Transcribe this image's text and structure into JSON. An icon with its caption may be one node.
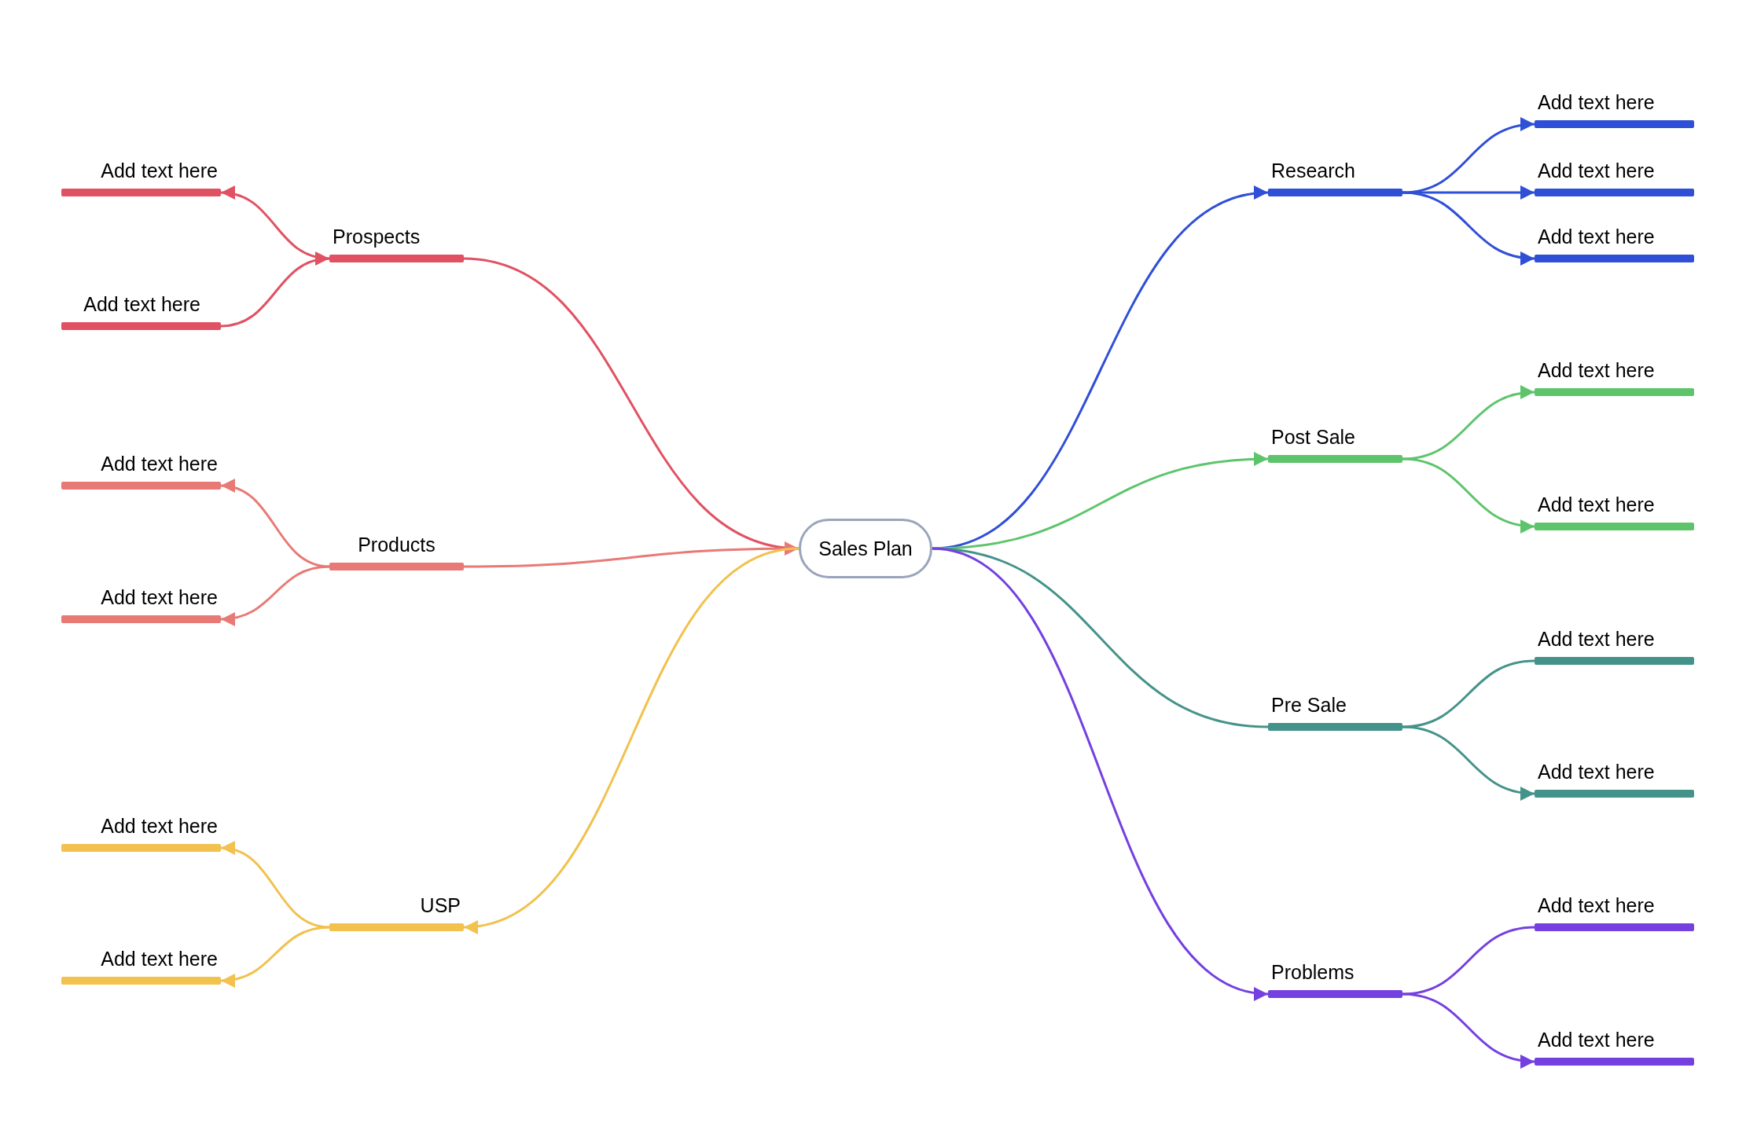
{
  "diagram": {
    "nodes": [
      {
        "text": [
          "Sales Plan"
        ]
      },
      {
        "text": [
          "Prospects"
        ]
      },
      {
        "text": [
          "Add text here"
        ]
      },
      {
        "text": [
          "Add text here"
        ]
      },
      {
        "text": [
          "Products"
        ]
      },
      {
        "text": [
          "Add text here"
        ]
      },
      {
        "text": [
          "Add text here"
        ]
      },
      {
        "text": [
          "USP"
        ]
      },
      {
        "text": [
          "Add text here"
        ]
      },
      {
        "text": [
          "Add text here"
        ]
      },
      {
        "text": [
          "Research"
        ]
      },
      {
        "text": [
          "Add text here"
        ]
      },
      {
        "text": [
          "Add text here"
        ]
      },
      {
        "text": [
          "Add text here"
        ]
      },
      {
        "text": [
          "Post Sale"
        ]
      },
      {
        "text": [
          "Add text here"
        ]
      },
      {
        "text": [
          "Add text here"
        ]
      },
      {
        "text": [
          "Pre Sale"
        ]
      },
      {
        "text": [
          "Add text here"
        ]
      },
      {
        "text": [
          "Add text here"
        ]
      },
      {
        "text": [
          "Problems"
        ]
      },
      {
        "text": [
          "Add text here"
        ]
      },
      {
        "text": [
          "Add text here"
        ]
      }
    ],
    "edges": [
      {
        "from": 1,
        "to": 0,
        "arrow": "none",
        "color": "#e05263"
      },
      {
        "from": 1,
        "to": 2,
        "arrow": "to",
        "color": "#e05263"
      },
      {
        "from": 3,
        "to": 1,
        "arrow": "to",
        "color": "#e05263"
      },
      {
        "from": 4,
        "to": 0,
        "arrow": "to",
        "color": "#e87a75"
      },
      {
        "from": 4,
        "to": 5,
        "arrow": "to",
        "color": "#e87a75"
      },
      {
        "from": 4,
        "to": 6,
        "arrow": "to",
        "color": "#e87a75"
      },
      {
        "from": 0,
        "to": 7,
        "arrow": "to",
        "color": "#f2c14e"
      },
      {
        "from": 7,
        "to": 8,
        "arrow": "to",
        "color": "#f2c14e"
      },
      {
        "from": 7,
        "to": 9,
        "arrow": "to",
        "color": "#f2c14e"
      },
      {
        "from": 0,
        "to": 10,
        "arrow": "to",
        "color": "#2f4fd6"
      },
      {
        "from": 10,
        "to": 11,
        "arrow": "to",
        "color": "#2f4fd6"
      },
      {
        "from": 10,
        "to": 12,
        "arrow": "to",
        "color": "#2f4fd6"
      },
      {
        "from": 10,
        "to": 13,
        "arrow": "to",
        "color": "#2f4fd6"
      },
      {
        "from": 0,
        "to": 14,
        "arrow": "to",
        "color": "#5ec46c"
      },
      {
        "from": 14,
        "to": 15,
        "arrow": "to",
        "color": "#5ec46c"
      },
      {
        "from": 14,
        "to": 16,
        "arrow": "to",
        "color": "#5ec46c"
      },
      {
        "from": 0,
        "to": 17,
        "arrow": "none",
        "color": "#44938a"
      },
      {
        "from": 17,
        "to": 18,
        "arrow": "none",
        "color": "#44938a"
      },
      {
        "from": 17,
        "to": 19,
        "arrow": "to",
        "color": "#44938a"
      },
      {
        "from": 0,
        "to": 20,
        "arrow": "to",
        "color": "#7440e0"
      },
      {
        "from": 20,
        "to": 21,
        "arrow": "none",
        "color": "#7440e0"
      },
      {
        "from": 20,
        "to": 22,
        "arrow": "to",
        "color": "#7440e0"
      }
    ]
  }
}
